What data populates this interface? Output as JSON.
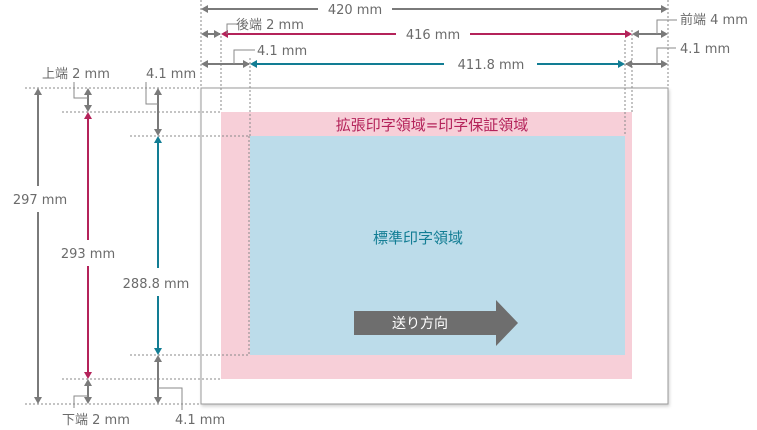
{
  "colors": {
    "gray": "#7a7a7a",
    "magenta": "#b4235a",
    "teal": "#127d94",
    "pink_area": "#f7cfd8",
    "blue_area": "#bcdcea",
    "paper_border": "#9a9a9a",
    "feed_arrow": "#6e6e6e"
  },
  "areas": {
    "extended_print_area": "拡張印字領域=印字保証領域",
    "standard_print_area": "標準印字領域",
    "feed_direction": "送り方向"
  },
  "dimensions": {
    "width_total": "420 mm",
    "rear_margin": "後端 2 mm",
    "width_extended": "416 mm",
    "front_margin": "前端 4 mm",
    "left_offset": "4.1 mm",
    "width_standard": "411.8 mm",
    "right_offset": "4.1 mm",
    "top_margin": "上端 2 mm",
    "top_offset": "4.1 mm",
    "height_total": "297 mm",
    "height_extended": "293 mm",
    "height_standard": "288.8 mm",
    "bottom_margin": "下端 2 mm",
    "bottom_offset": "4.1 mm"
  },
  "icons": {
    "feed_arrow": "right-arrow-icon"
  }
}
